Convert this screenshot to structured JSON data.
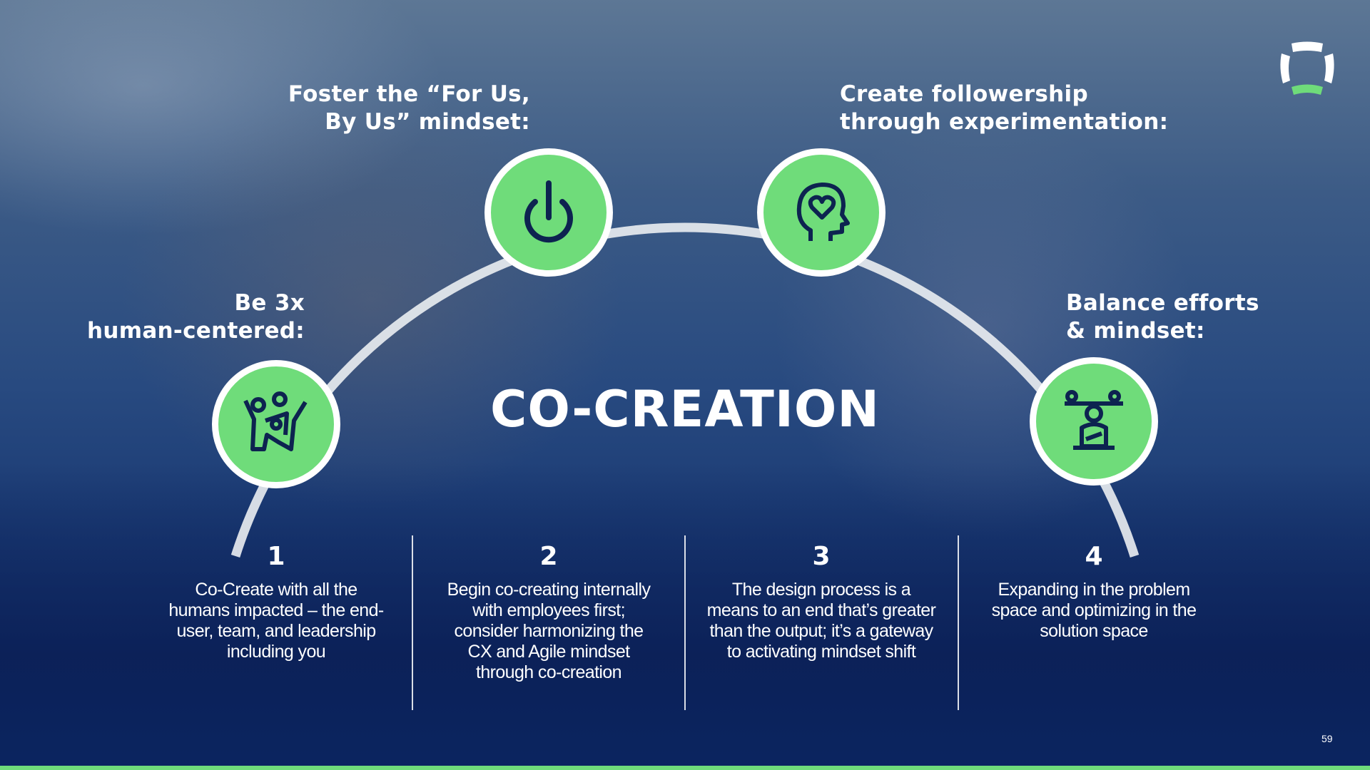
{
  "title": "CO-CREATION",
  "labels": {
    "foster": [
      "Foster the “For Us,",
      "By Us” mindset:"
    ],
    "create": [
      "Create followership",
      "through experimentation:"
    ],
    "be3x": [
      "Be 3x",
      "human-centered:"
    ],
    "balance": [
      "Balance efforts",
      "& mindset:"
    ]
  },
  "columns": [
    {
      "number": "1",
      "text": "Co-Create with all the humans impacted – the end-user, team, and leadership including you"
    },
    {
      "number": "2",
      "text": "Begin co-creating internally with employees first; consider harmonizing the CX and Agile mindset through co-creation"
    },
    {
      "number": "3",
      "text": "The design process is a means to an end that’s greater than the output; it’s a gateway to activating mindset shift"
    },
    {
      "number": "4",
      "text": "Expanding in the problem space and optimizing in the solution space"
    }
  ],
  "page_number": "59",
  "colors": {
    "green": "#6fdc7a",
    "navy": "#0d2350"
  }
}
